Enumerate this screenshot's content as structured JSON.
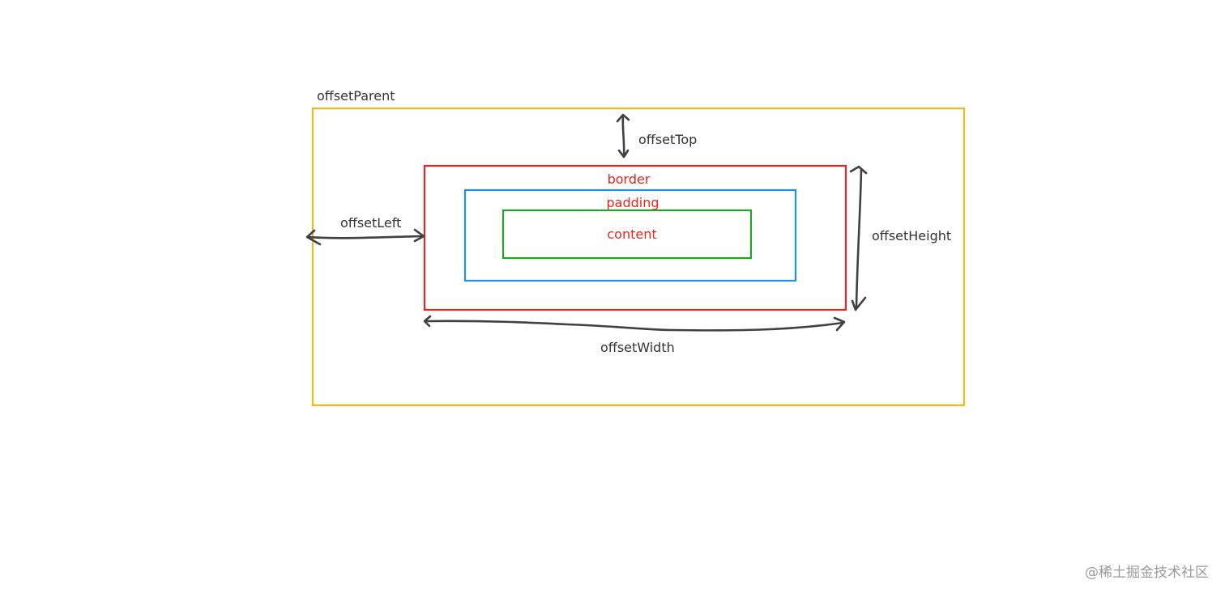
{
  "diagram": {
    "labels": {
      "offset_parent": "offsetParent",
      "offset_top": "offsetTop",
      "offset_left": "offsetLeft",
      "offset_height": "offsetHeight",
      "offset_width": "offsetWidth",
      "border": "border",
      "padding": "padding",
      "content": "content"
    },
    "colors": {
      "offset_parent_box": "#f5b816",
      "border_box": "#e8261f",
      "padding_box": "#1e90e6",
      "content_box": "#23a32a",
      "arrows": "#404040",
      "dark_text": "#333333",
      "red_text": "#e8261f"
    }
  },
  "watermark": "@稀土掘金技术社区"
}
